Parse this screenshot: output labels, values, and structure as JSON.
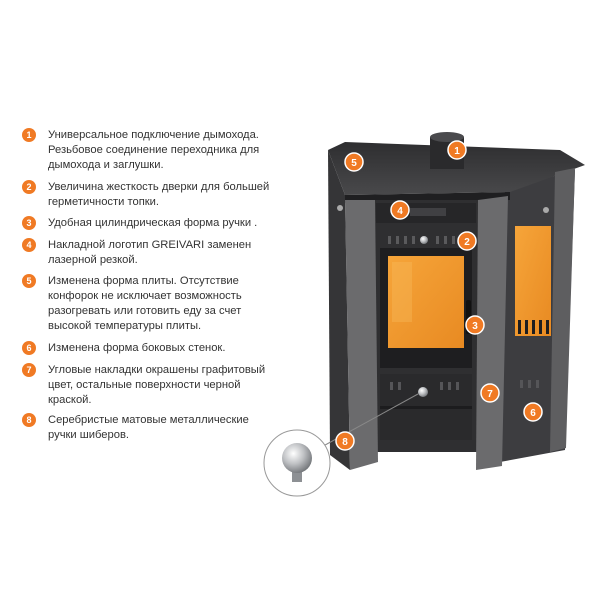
{
  "legend": [
    {
      "num": "1",
      "lines": [
        "Универсальное подключение дымохода.",
        "Резьбовое соединение переходника для",
        "дымохода и заглушки."
      ]
    },
    {
      "num": "2",
      "lines": [
        "Увеличина жесткость дверки для большей",
        "герметичности топки."
      ]
    },
    {
      "num": "3",
      "lines": [
        "Удобная цилиндрическая форма ручки ."
      ]
    },
    {
      "num": "4",
      "lines": [
        "Накладной логотип GREIVARI заменен",
        "лазерной резкой."
      ]
    },
    {
      "num": "5",
      "lines": [
        "Изменена форма плиты. Отсутствие",
        "конфорок не исключает возможность",
        "разогревать или готовить еду за счет",
        "высокой температуры плиты."
      ]
    },
    {
      "num": "6",
      "lines": [
        "Изменена форма боковых стенок."
      ]
    },
    {
      "num": "7",
      "lines": [
        "Угловые накладки окрашены графитовый",
        "цвет, остальные поверхности черной",
        "краской."
      ]
    },
    {
      "num": "8",
      "lines": [
        "Серебристые матовые металлические",
        "ручки шиберов."
      ]
    }
  ],
  "markers": [
    "1",
    "2",
    "3",
    "4",
    "5",
    "6",
    "7",
    "8"
  ],
  "colors": {
    "accent": "#f07a24",
    "body": "#3a3a3c",
    "glass": "#f39a2e",
    "graphite": "#6b6b6d"
  }
}
